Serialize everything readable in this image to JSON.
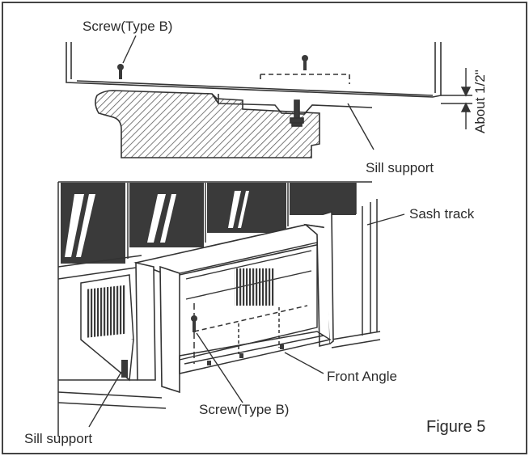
{
  "labels": {
    "screw_top": "Screw(Type B)",
    "about": "About 1/2\"",
    "sill_support_top": "Sill support",
    "sash_track": "Sash track",
    "front_angle": "Front Angle",
    "screw_bottom": "Screw(Type B)",
    "sill_support_bottom": "Sill support",
    "figure": "Figure 5"
  },
  "colors": {
    "ink": "#333333",
    "dark_fill": "#3a3a3a",
    "hatch": "#5a5a5a"
  }
}
